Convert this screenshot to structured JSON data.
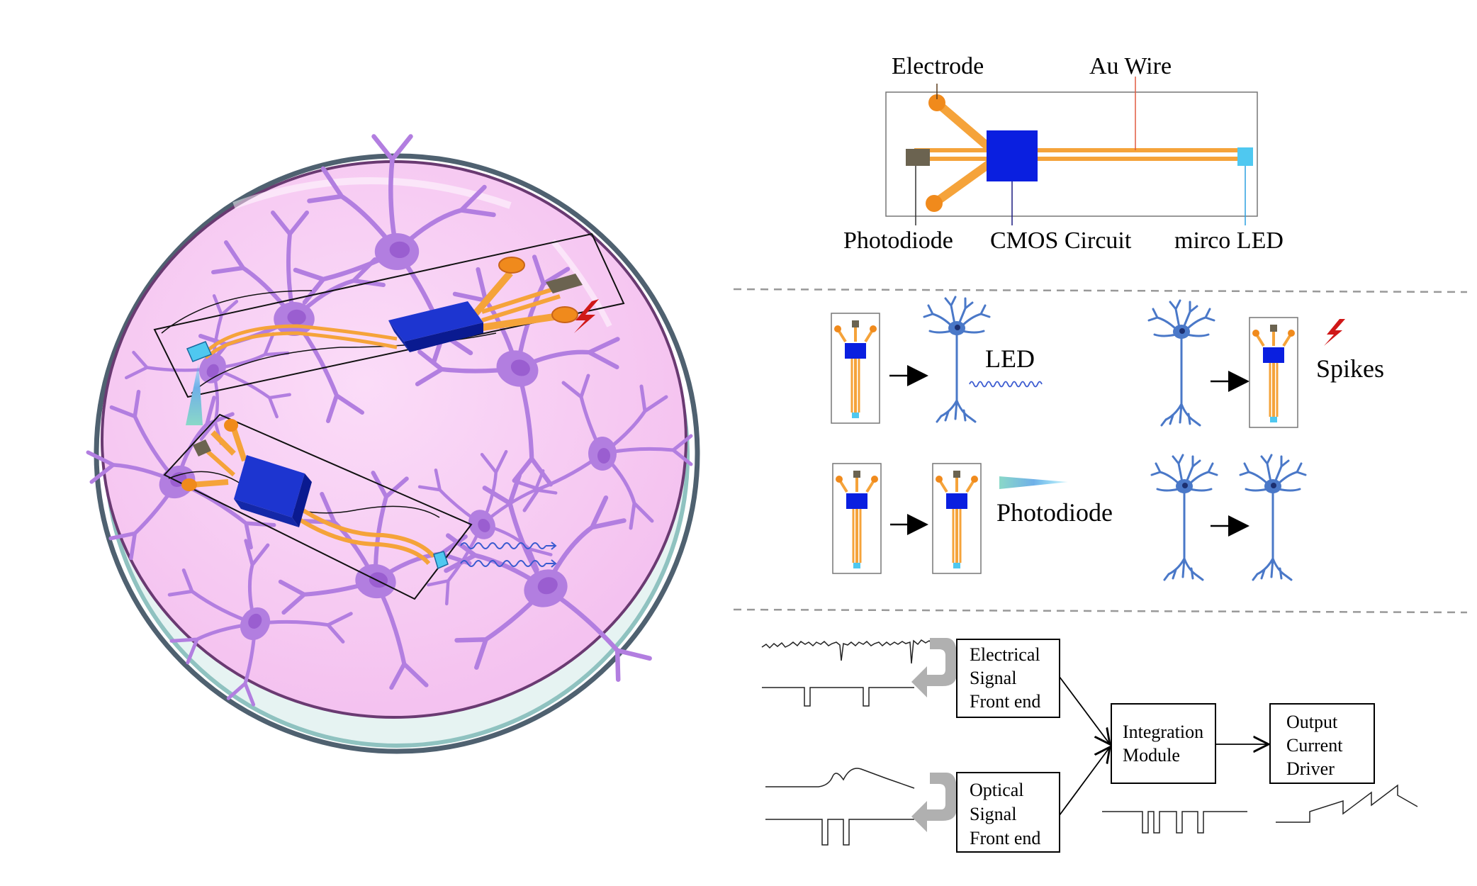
{
  "top_device": {
    "electrode": "Electrode",
    "au_wire": "Au Wire",
    "photodiode": "Photodiode",
    "cmos": "CMOS Circuit",
    "micro_led": "mirco LED"
  },
  "modes": {
    "led": "LED",
    "spikes": "Spikes",
    "photodiode": "Photodiode"
  },
  "flow": {
    "electrical": [
      "Electrical",
      "Signal",
      "Front end"
    ],
    "optical": [
      "Optical",
      "Signal",
      "Front end"
    ],
    "integration": [
      "Integration",
      "Module"
    ],
    "output": [
      "Output",
      "Current",
      "Driver"
    ]
  },
  "colors": {
    "wire": "#f5a33a",
    "cmos": "#0a1fe0",
    "led": "#4fc8f0",
    "photodiode": "#6b6350",
    "electrode": "#f08a1c",
    "neuron_blue": "#4a78c8",
    "neuron_purple": "#a86ed8",
    "dish_fill": "#f6c8f2",
    "dish_rim": "#4f6170",
    "spike": "#d01818"
  }
}
